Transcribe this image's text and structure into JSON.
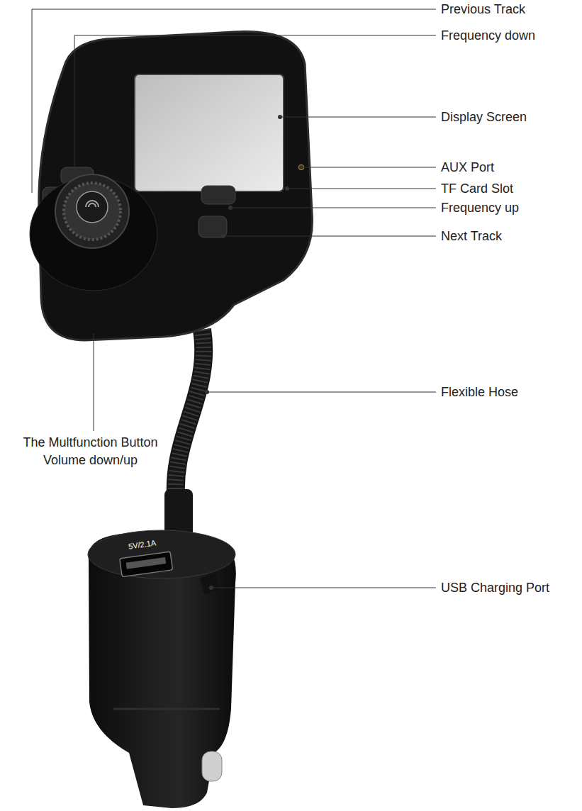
{
  "diagram": {
    "labels": [
      "Previous Track",
      "Frequency down",
      "Display Screen",
      "AUX Port",
      "TF Card Slot",
      "Frequency up",
      "Next Track",
      "Flexible Hose",
      "The Multfunction Button Volume down/up",
      "5V/2.1A",
      "USB Charging Port"
    ]
  }
}
